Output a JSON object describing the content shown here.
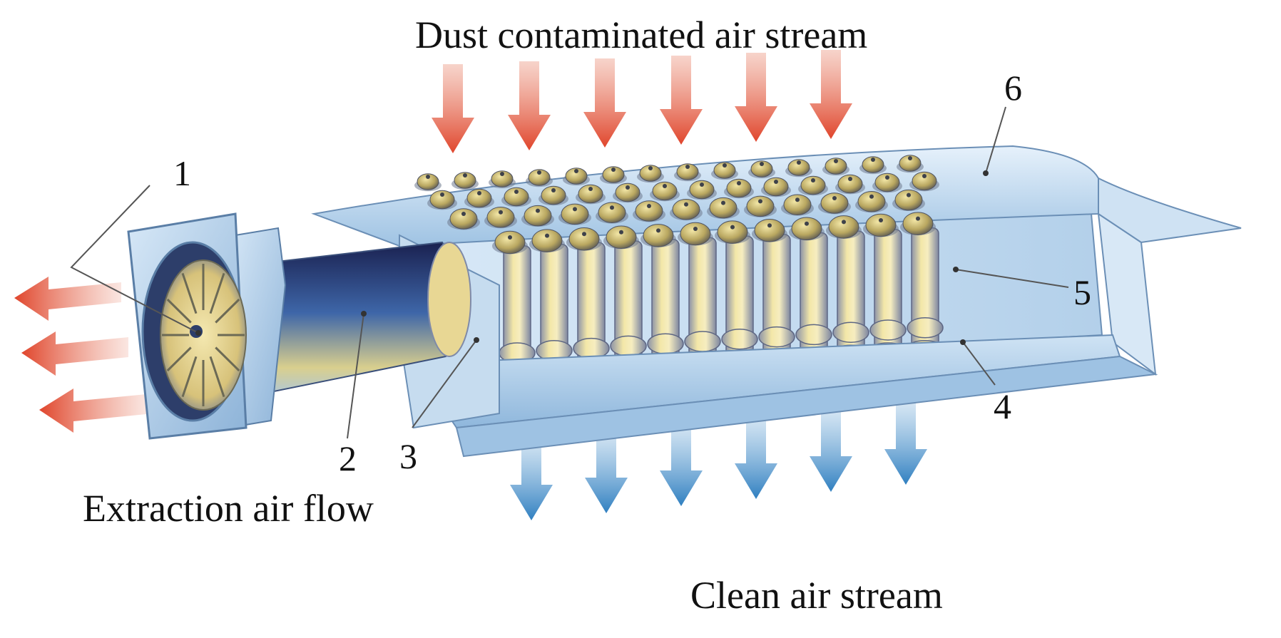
{
  "captions": {
    "top": "Dust contaminated air stream",
    "extraction": "Extraction air flow",
    "clean": "Clean air stream"
  },
  "callouts": {
    "n1": "1",
    "n2": "2",
    "n3": "3",
    "n4": "4",
    "n5": "5",
    "n6": "6"
  },
  "colors": {
    "dirty_arrow": "#e0573a",
    "clean_arrow": "#3b86c4",
    "housing": "#bcd6ec",
    "tube": "#e7d48a"
  }
}
